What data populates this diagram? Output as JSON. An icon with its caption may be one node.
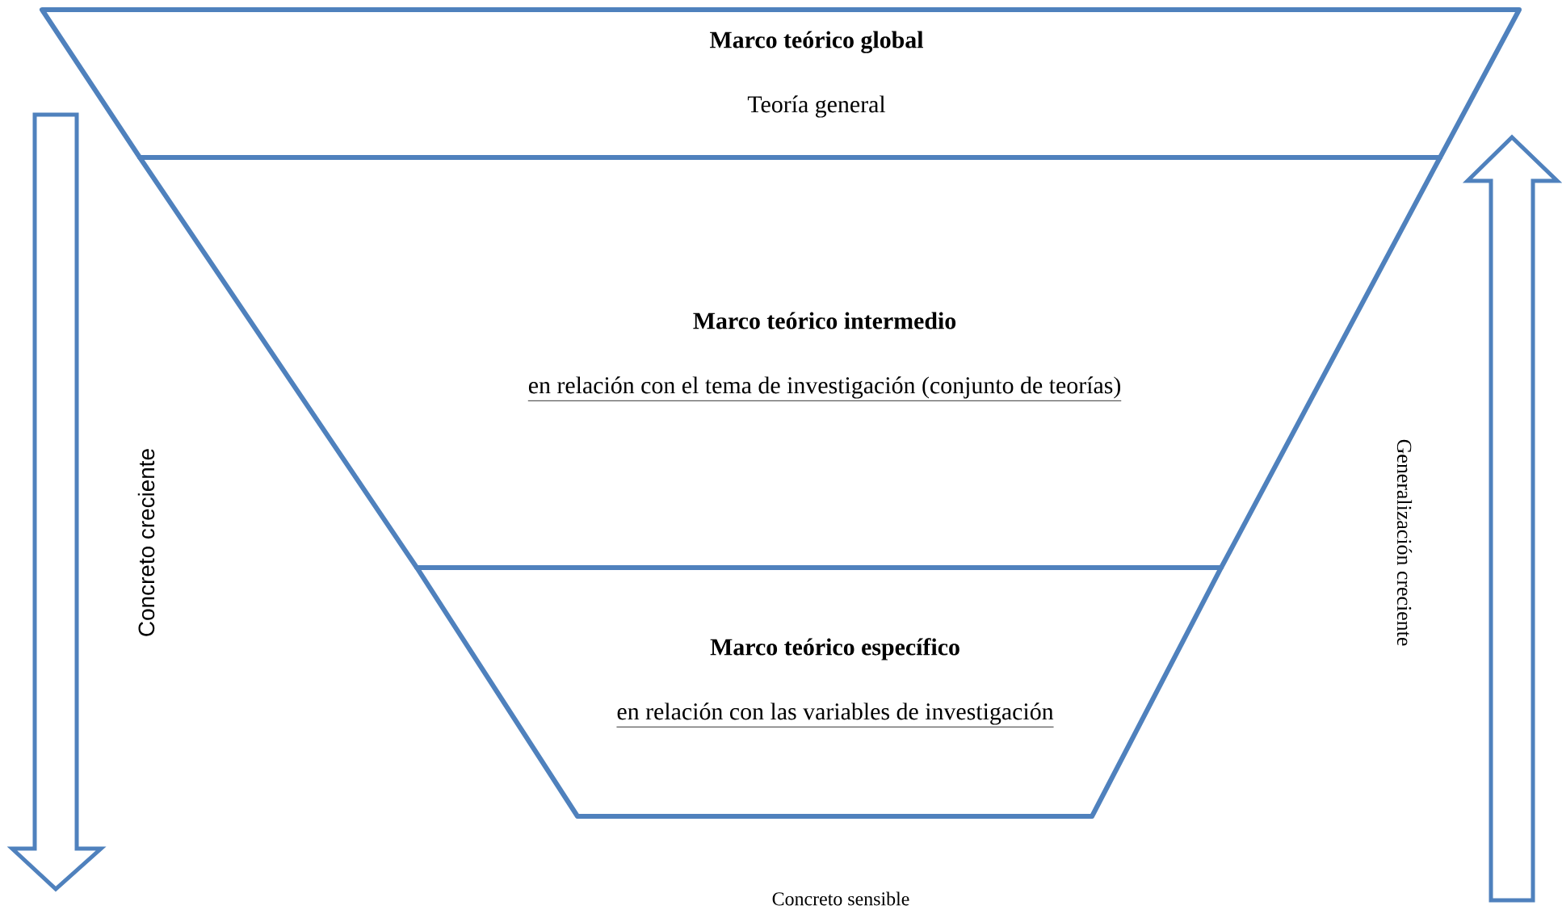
{
  "diagram": {
    "nodes": [
      {
        "text": [
          "Marco teórico global",
          "Teoría general"
        ]
      },
      {
        "text": [
          "Marco teórico intermedio",
          "en relación con el tema de investigación (conjunto de teorías)"
        ]
      },
      {
        "text": [
          "Marco teórico específico",
          "en relación con las variables de investigación"
        ]
      }
    ],
    "labels": [
      "Concreto creciente",
      "Generalización creciente",
      "Concreto sensible"
    ]
  }
}
